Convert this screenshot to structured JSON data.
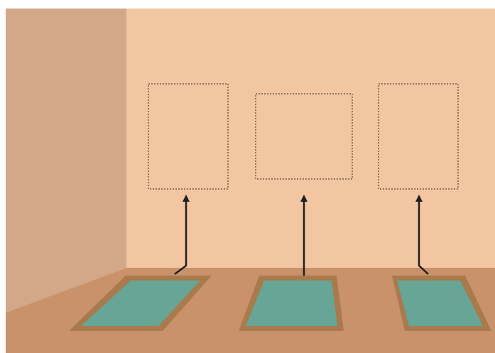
{
  "colors": {
    "background": "#ffffff",
    "side_wall": "#d3a88a",
    "back_wall": "#f1c6a1",
    "floor": "#c9926b",
    "frame_border": "#a97a4b",
    "canvas_fill": "#67a597",
    "dotted_outline": "#6b5a4c",
    "arrow": "#1f1f1f"
  },
  "scene": {
    "description_free": true,
    "paintings": [
      {
        "id": "left",
        "shape": "skewed-parallelogram"
      },
      {
        "id": "middle",
        "shape": "trapezoid"
      },
      {
        "id": "right",
        "shape": "skewed-quadrilateral"
      }
    ],
    "wall_placeholders": [
      {
        "id": "left",
        "style": "dotted"
      },
      {
        "id": "middle",
        "style": "dotted"
      },
      {
        "id": "right",
        "style": "dotted"
      }
    ],
    "arrows": [
      {
        "from": "left-painting",
        "to": "left-placeholder"
      },
      {
        "from": "middle-painting",
        "to": "middle-placeholder"
      },
      {
        "from": "right-painting",
        "to": "right-placeholder"
      }
    ]
  }
}
